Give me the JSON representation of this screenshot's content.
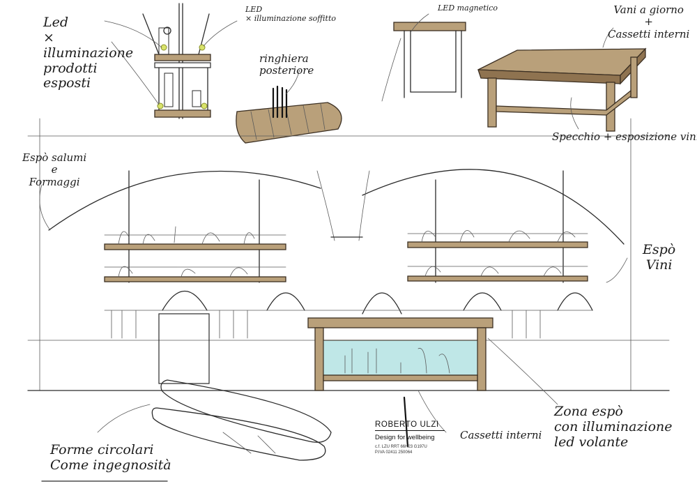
{
  "sheet": {
    "labels": {
      "led_top_left": "Led\n× illuminazione\nprodotti\nesposti",
      "led_ceiling": "LED\n× illuminazione soffitto",
      "railing": "ringhiera\nposteriore",
      "led_table": "LED magnetico",
      "table_drawers": "Vani a giorno\n+\nCassetti interni",
      "table_shelf": "Specchio + esposizione vini",
      "expo_salumi": "Espò salumi\ne\nFormaggi",
      "expo_vini": "Espò\nVini",
      "form": "Forme circolari\nCome ingegnosità",
      "cassetti": "Cassetti interni",
      "zona_expo": "Zona espò\ncon illuminazione\nled volante"
    },
    "logo": {
      "brand": "ROBERTO ULZI",
      "tagline": "Design for wellbeing",
      "fine1": "c.f. LZU RRT 66H23 G197U",
      "fine2": "P.IVA 02411 250064"
    }
  }
}
